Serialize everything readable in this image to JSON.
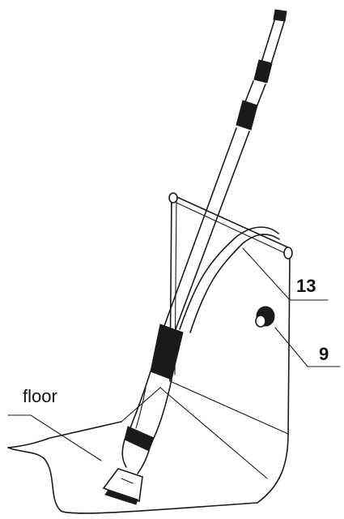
{
  "labels": {
    "floor": "floor",
    "part_13": "13",
    "part_9": "9"
  },
  "colors": {
    "ink": "#1a1a1a",
    "background": "#ffffff"
  }
}
